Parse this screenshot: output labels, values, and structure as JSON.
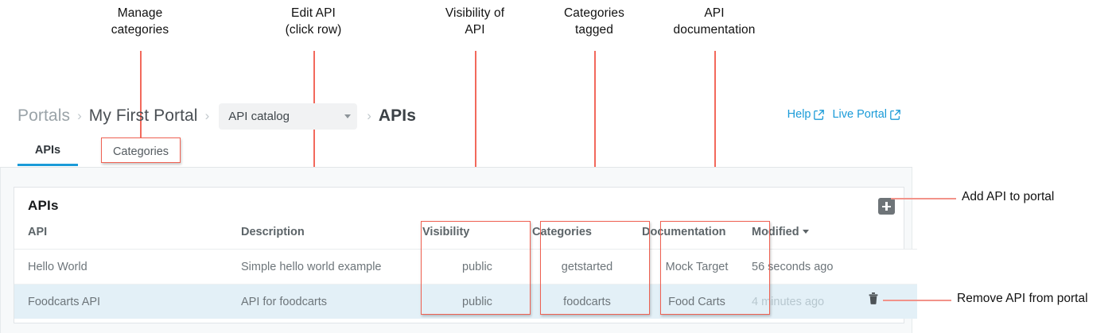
{
  "annotations": {
    "top": [
      {
        "name": "manage-categories",
        "lines": [
          "Manage",
          "categories"
        ]
      },
      {
        "name": "edit-api",
        "lines": [
          "Edit API",
          "(click row)"
        ]
      },
      {
        "name": "visibility-of-api",
        "lines": [
          "Visibility of",
          "API"
        ]
      },
      {
        "name": "categories-tagged",
        "lines": [
          "Categories",
          "tagged"
        ]
      },
      {
        "name": "api-documentation",
        "lines": [
          "API",
          "documentation"
        ]
      }
    ],
    "side": {
      "add_api": "Add API to portal",
      "remove_api": "Remove API from portal"
    },
    "color": "#ef6152"
  },
  "breadcrumb": {
    "portals": "Portals",
    "portal_name": "My First Portal",
    "catalog_select": "API catalog",
    "current": "APIs",
    "separator": "›"
  },
  "header_links": [
    {
      "label": "Help",
      "icon": "external-link-icon"
    },
    {
      "label": "Live Portal",
      "icon": "external-link-icon"
    }
  ],
  "tabs": [
    {
      "label": "APIs",
      "active": true
    },
    {
      "label": "Categories",
      "active": false
    }
  ],
  "card": {
    "title": "APIs",
    "add_button_icon": "plus-icon",
    "columns": [
      "API",
      "Description",
      "Visibility",
      "Categories",
      "Documentation",
      "Modified"
    ],
    "sort_column": "Modified",
    "sort_icon": "sort-descending-caret-icon",
    "rows": [
      {
        "api": "Hello World",
        "description": "Simple hello world example",
        "visibility": "public",
        "categories": "getstarted",
        "documentation": "Mock Target",
        "modified": "56 seconds ago",
        "selected": false
      },
      {
        "api": "Foodcarts API",
        "description": "API for foodcarts",
        "visibility": "public",
        "categories": "foodcarts",
        "documentation": "Food Carts",
        "modified": "4 minutes ago",
        "selected": true
      }
    ],
    "row_action_icon": "trash-icon"
  },
  "colors": {
    "accent": "#1b9bd8",
    "annotation": "#ef6152",
    "selected_row": "#e3f0f7",
    "add_button": "#6e7478"
  }
}
